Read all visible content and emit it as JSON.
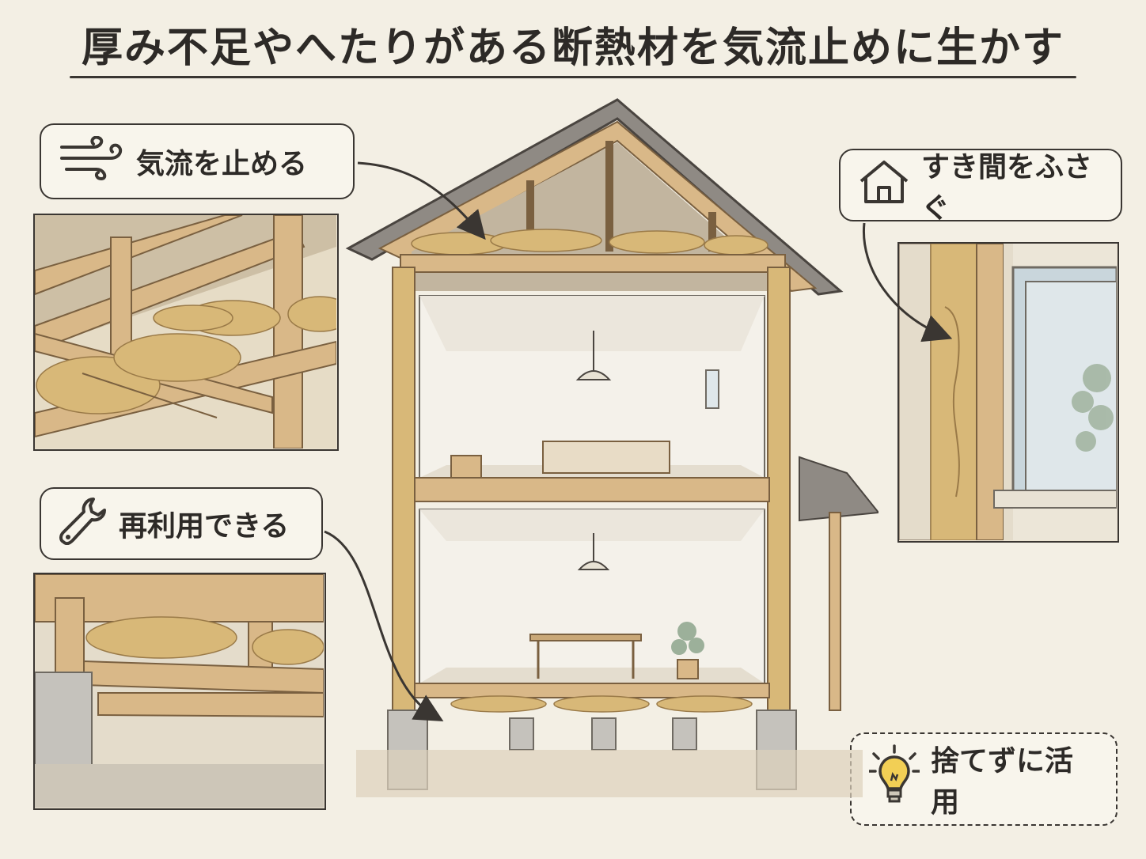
{
  "title": "厚み不足やへたりがある断熱材を気流止めに生かす",
  "labels": {
    "airflow": "気流を止める",
    "gap": "すき間をふさぐ",
    "reuse": "再利用できる",
    "use": "捨てずに活用"
  },
  "icons": {
    "airflow": "wind-icon",
    "gap": "house-icon",
    "reuse": "wrench-icon",
    "use": "lightbulb-icon"
  },
  "colors": {
    "background": "#f3efe4",
    "ink": "#2d2a27",
    "wood": "#d9b888",
    "insulation": "#d8b878"
  }
}
